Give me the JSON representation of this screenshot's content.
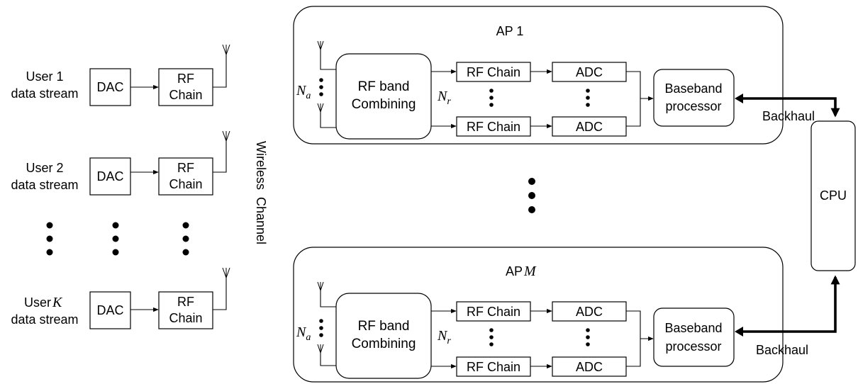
{
  "users": [
    {
      "line1": "User 1",
      "line2": "data stream",
      "index_symbol": ""
    },
    {
      "line1": "User 2",
      "line2": "data stream",
      "index_symbol": ""
    },
    {
      "line1": "User ",
      "line2": "data stream",
      "index_symbol": "K"
    }
  ],
  "dac_label": "DAC",
  "rf_label_line1": "RF",
  "rf_label_line2": "Chain",
  "channel_label": "Wireless  Channel",
  "aps": [
    {
      "title": "AP 1",
      "title_symbol": ""
    },
    {
      "title": "AP ",
      "title_symbol": "M"
    }
  ],
  "combiner_line1": "RF band",
  "combiner_line2": "Combining",
  "rf_chain_label": "RF Chain",
  "adc_label": "ADC",
  "baseband_line1": "Baseband",
  "baseband_line2": "processor",
  "na_symbol": "N",
  "na_sub": "a",
  "nr_symbol": "N",
  "nr_sub": "r",
  "backhaul_label": "Backhaul",
  "cpu_label": "CPU"
}
